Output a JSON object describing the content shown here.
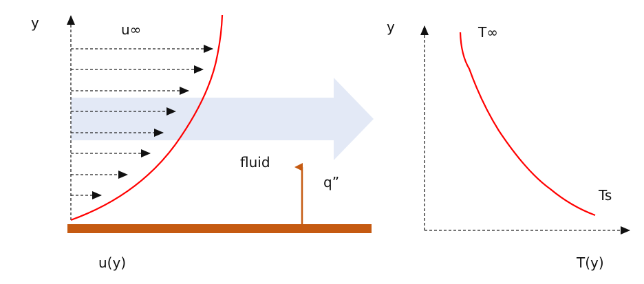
{
  "velocity_panel": {
    "y_axis_label": "y",
    "free_stream_label": "u∞",
    "x_axis_label": "u(y)",
    "fluid_label": "fluid",
    "heat_flux_label": "q”"
  },
  "temperature_panel": {
    "y_axis_label": "y",
    "free_stream_label": "T∞",
    "surface_label": "Ts",
    "x_axis_label": "T(y)"
  },
  "colors": {
    "profile": "#ff0000",
    "plate": "#c55a11",
    "flow_arrow": "#e3e9f6",
    "axes": "#222222"
  }
}
